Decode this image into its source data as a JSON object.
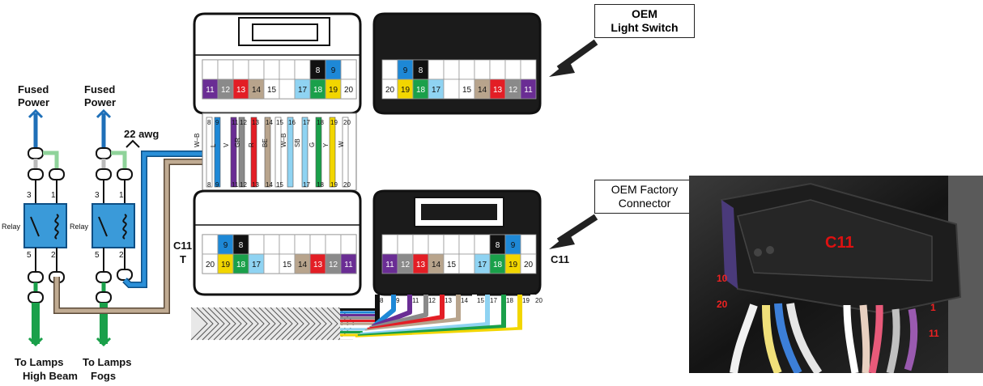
{
  "relays": {
    "left": {
      "power_label_1": "Fused",
      "power_label_2": "Power",
      "relay_label": "Relay",
      "pin_3": "3",
      "pin_1": "1",
      "pin_5": "5",
      "pin_2": "2",
      "dest_1": "To Lamps",
      "dest_2": "High Beam"
    },
    "right": {
      "power_label_1": "Fused",
      "power_label_2": "Power",
      "relay_label": "Relay",
      "pin_3": "3",
      "pin_1": "1",
      "pin_5": "5",
      "pin_2": "2",
      "dest_1": "To Lamps",
      "dest_2": "Fogs"
    }
  },
  "wire_gauge": "22 awg",
  "harness": {
    "top_pins": [
      "8",
      "9",
      "11",
      "12",
      "13",
      "14",
      "15",
      "16",
      "17",
      "18",
      "19",
      "20"
    ],
    "wire_labels": [
      "W–B",
      "L",
      "V",
      "GR",
      "R",
      "BE",
      "W–B",
      "SB",
      "G",
      "Y",
      "W"
    ],
    "bottom_pins": [
      "8",
      "9",
      "11",
      "12",
      "13",
      "14",
      "15",
      "17",
      "18",
      "19",
      "20"
    ]
  },
  "connector_c11": {
    "label_line_1": "C11",
    "label_line_2": "T",
    "right_label": "C11"
  },
  "callouts": {
    "light_switch": {
      "line_1": "OEM",
      "line_2": "Light Switch"
    },
    "factory_connector": {
      "line_1": "OEM Factory",
      "line_2": "Connector"
    }
  },
  "photo": {
    "title": "C11",
    "pin_10": "10",
    "pin_20": "20",
    "pin_1": "1",
    "pin_11": "11"
  },
  "colors": {
    "blue": "#1e88d6",
    "yellow": "#f2d600",
    "green": "#1aa04a",
    "lightblue": "#8fd3f2",
    "purple": "#6a2d94",
    "gray": "#8a8a8a",
    "red": "#e31e25",
    "tan": "#b8a48c",
    "black": "#111111",
    "white": "#ffffff"
  }
}
